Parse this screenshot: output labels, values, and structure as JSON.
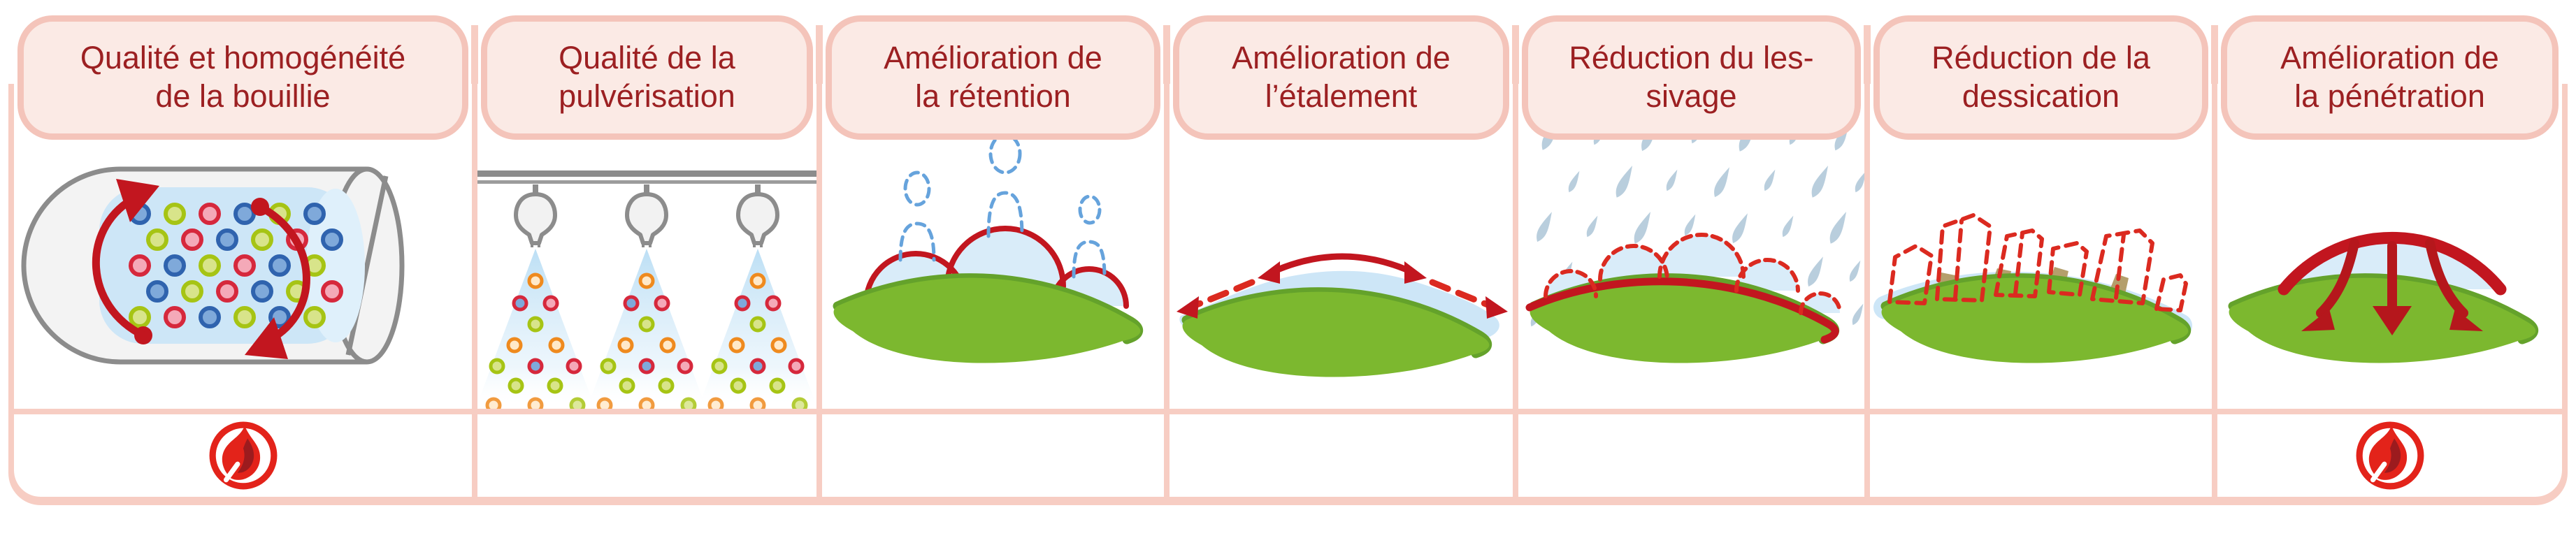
{
  "table": {
    "columns": [
      {
        "id": "bouillie",
        "header_line1": "Qualité et homogénéité",
        "header_line2": "de la bouillie",
        "illustration": "mixing-tank",
        "footer_icon": "flame"
      },
      {
        "id": "pulverisation",
        "header_line1": "Qualité de la",
        "header_line2": "pulvérisation",
        "illustration": "spray-nozzles",
        "footer_icon": ""
      },
      {
        "id": "retention",
        "header_line1": "Amélioration de",
        "header_line2": "la rétention",
        "illustration": "droplets-retained-on-leaf",
        "footer_icon": ""
      },
      {
        "id": "etalement",
        "header_line1": "Amélioration de",
        "header_line2": "l’étalement",
        "illustration": "droplet-spreading-on-leaf",
        "footer_icon": ""
      },
      {
        "id": "lessivage",
        "header_line1": "Réduction du les-",
        "header_line2": "sivage",
        "illustration": "rain-on-protected-leaf",
        "footer_icon": ""
      },
      {
        "id": "dessication",
        "header_line1": "Réduction de la",
        "header_line2": "dessication",
        "illustration": "dried-crystals-on-leaf",
        "footer_icon": ""
      },
      {
        "id": "penetration",
        "header_line1": "Amélioration de",
        "header_line2": "la pénétration",
        "illustration": "droplet-penetrating-leaf",
        "footer_icon": "flame"
      }
    ]
  },
  "colors": {
    "header_text": "#9C2022",
    "pill_fill": "#FBEAE5",
    "pill_border": "#F4C4BA",
    "grid_line": "#F7CDC3",
    "accent_red": "#C2161F",
    "bright_red": "#E3231A",
    "dark_red": "#9C1B1E",
    "dashed_red": "#DB2A20",
    "leaf_green": "#7CB82F",
    "leaf_edge_green": "#64A22B",
    "droplet_blue": "#D9ECF9",
    "film_blue": "#CDE6F7",
    "dashed_blue": "#66A3DC",
    "rain_blue": "#B9CEDD",
    "metal_gray": "#8C8C8C",
    "crystal_tan": "#B49F6B",
    "dot_blue_ring": "#2F63AE",
    "dot_blue_fill": "#7FA9DA",
    "dot_green_ring": "#A6C414",
    "dot_green_fill": "#D8E48A",
    "dot_red_ring": "#D6283C",
    "dot_red_fill": "#F4A9B8",
    "dot_orange_ring": "#EF8A1E"
  }
}
